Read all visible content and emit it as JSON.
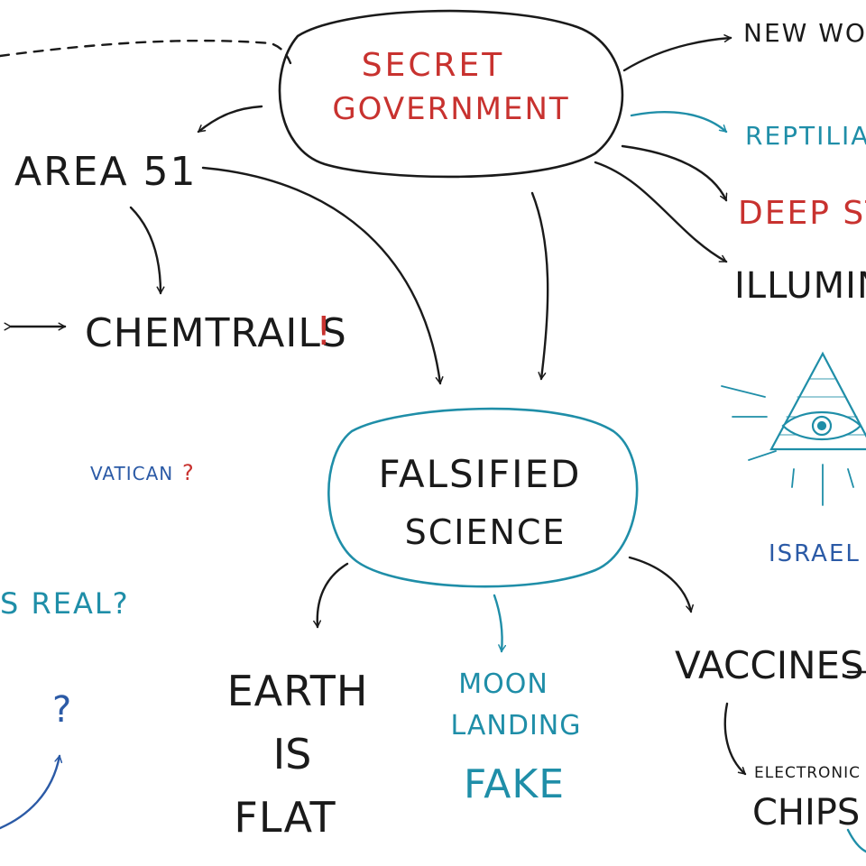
{
  "colors": {
    "ink": "#1a1a1a",
    "red": "#c8322f",
    "teal": "#1f8ea8",
    "blue": "#2b5aa6"
  },
  "nodes": {
    "secret_government": {
      "line1": "SECRET",
      "line2": "GOVERNMENT"
    },
    "area51": "AREA 51",
    "chemtrails": "CHEMTRAILS",
    "chemtrails_mark": "!",
    "falsified_science": {
      "line1": "FALSIFIED",
      "line2": "SCIENCE"
    },
    "vatican": "VATICAN",
    "vatican_mark": "?",
    "is_real": "S REAL?",
    "question_mark": "?",
    "earth_flat": {
      "line1": "EARTH",
      "line2": "IS",
      "line3": "FLAT"
    },
    "moon_landing": {
      "line1": "MOON",
      "line2": "LANDING",
      "line3": "FAKE"
    },
    "vaccines": "VACCINES",
    "electronic_chips": {
      "line1": "ELECTRONIC",
      "line2": "CHIPS"
    },
    "new_world": "NEW WORL",
    "reptilian": "REPTILIAN",
    "deep_state": "DEEP STA",
    "illuminati": "ILLUMINAT",
    "israel": "ISRAEL"
  },
  "icons": {
    "illuminati_eye": "eye-in-triangle-icon"
  }
}
